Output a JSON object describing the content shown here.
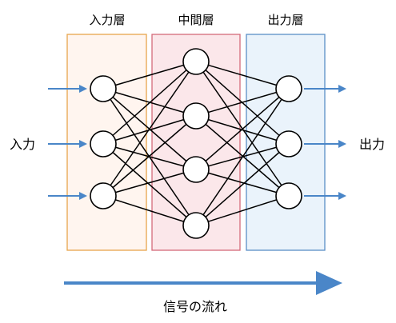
{
  "layers": {
    "input": {
      "title": "入力層",
      "fill": "#fff5ef",
      "border": "#e8a54c",
      "neurons": 3
    },
    "hidden": {
      "title": "中間層",
      "fill": "#fbe7ea",
      "border": "#d46a7a",
      "neurons": 4
    },
    "output": {
      "title": "出力層",
      "fill": "#eaf3fb",
      "border": "#5b8fc7",
      "neurons": 3
    }
  },
  "side_labels": {
    "input": "入力",
    "output": "出力"
  },
  "flow_label": "信号の流れ",
  "colors": {
    "arrow": "#4a86c8",
    "connection": "#000000",
    "neuron_stroke": "#000000",
    "neuron_fill": "#ffffff"
  }
}
